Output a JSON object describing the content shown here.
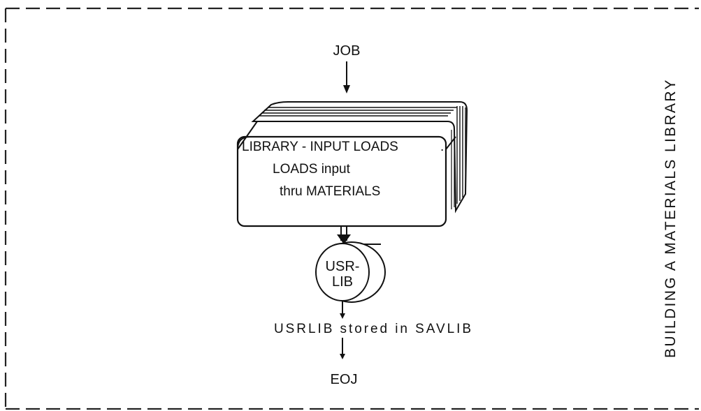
{
  "diagram": {
    "start": "JOB",
    "deck": {
      "line1": "LIBRARY - INPUT LOADS",
      "line2": "LOADS input",
      "line3": "thru MATERIALS"
    },
    "disk": {
      "line1": "USR-",
      "line2": "LIB"
    },
    "stored_note": "USRLIB stored in SAVLIB",
    "end": "EOJ",
    "side_title": "BUILDING A MATERIALS LIBRARY"
  }
}
